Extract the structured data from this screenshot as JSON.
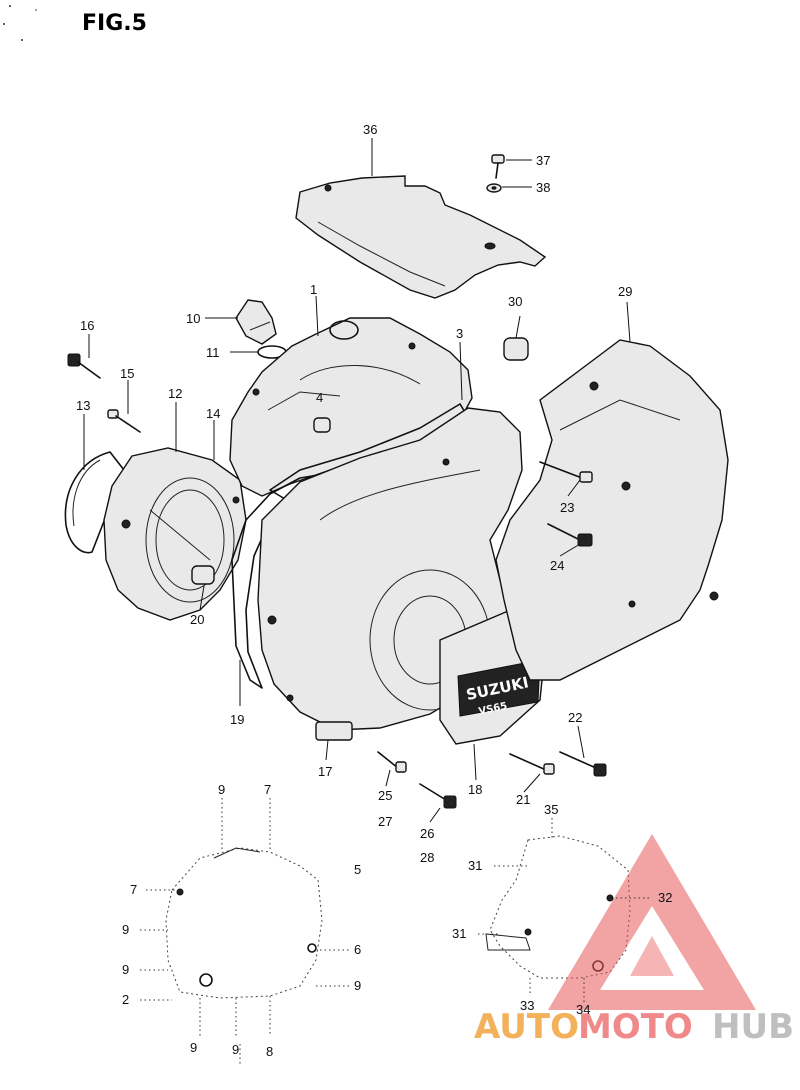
{
  "figure": {
    "title": "FIG.5"
  },
  "callouts": {
    "c1": "1",
    "c2": "2",
    "c3": "3",
    "c4": "4",
    "c5": "5",
    "c6": "6",
    "c7a": "7",
    "c7b": "7",
    "c8": "8",
    "c9a": "9",
    "c9b": "9",
    "c9c": "9",
    "c9d": "9",
    "c9e": "9",
    "c9f": "9",
    "c10": "10",
    "c11": "11",
    "c12": "12",
    "c13": "13",
    "c14": "14",
    "c15": "15",
    "c16": "16",
    "c17": "17",
    "c18": "18",
    "c19": "19",
    "c20": "20",
    "c21": "21",
    "c22": "22",
    "c23": "23",
    "c24": "24",
    "c25": "25",
    "c26": "26",
    "c27": "27",
    "c28": "28",
    "c29": "29",
    "c30": "30",
    "c31a": "31",
    "c31b": "31",
    "c32": "32",
    "c33": "33",
    "c34": "34",
    "c35": "35",
    "c36": "36",
    "c37": "37",
    "c38": "38"
  },
  "badge": {
    "brand": "SUZUKI",
    "model": "VS65"
  },
  "watermark": {
    "part1": "AUTO",
    "part2": "MOTO",
    "part3": "HUB"
  },
  "colors": {
    "watermark_red": "#e85a5a",
    "watermark_orange": "#f2b15a",
    "watermark_grey": "#bfbfbf"
  }
}
